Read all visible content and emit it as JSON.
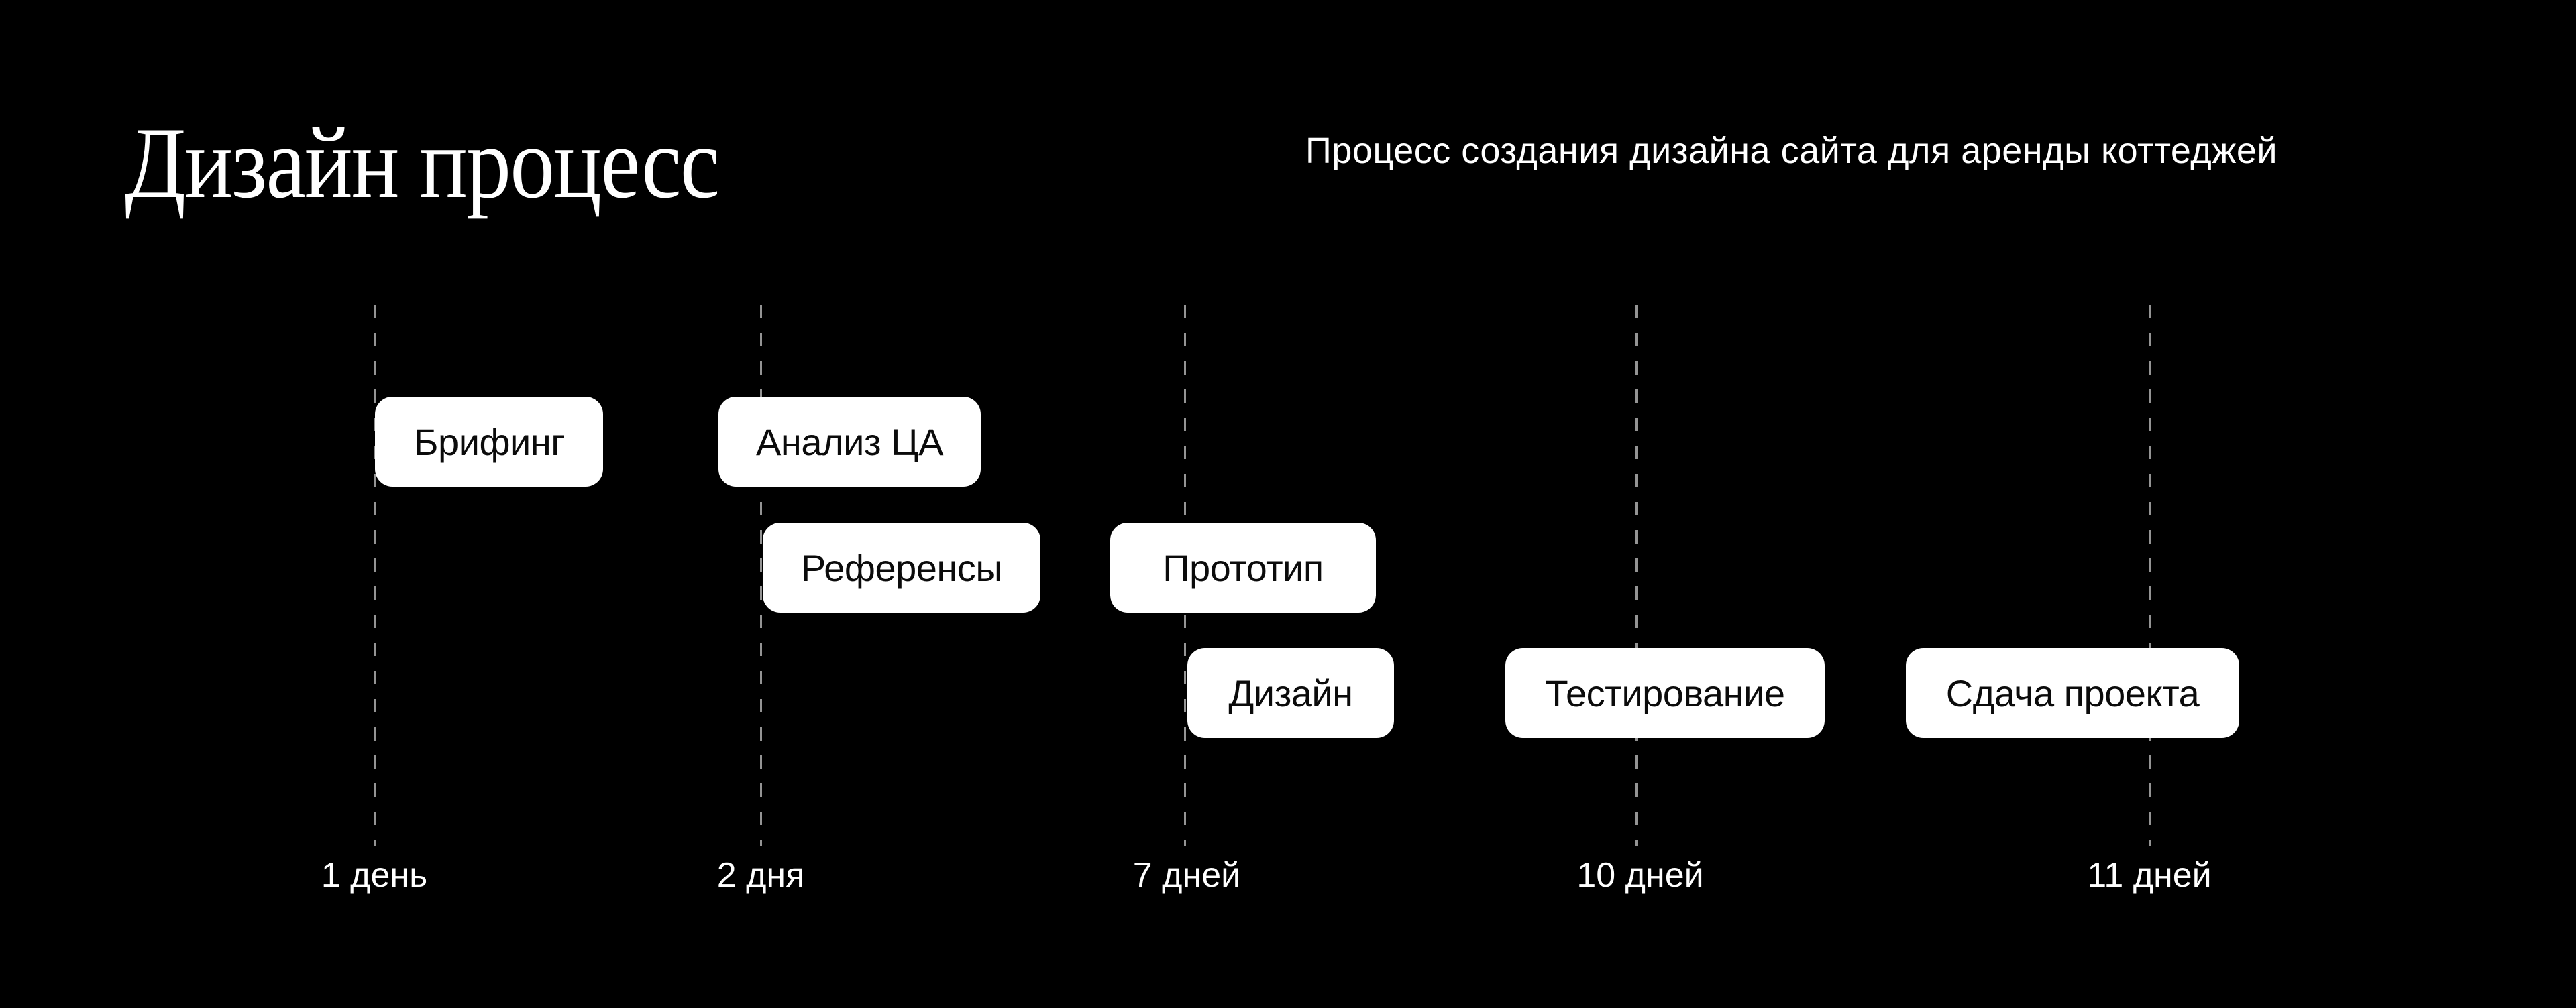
{
  "colors": {
    "background": "#000000",
    "text_primary": "#ffffff",
    "stage_box_fill": "#ffffff",
    "stage_box_text": "#0b0b0b",
    "gridline": "#949494"
  },
  "header": {
    "title": "Дизайн процесс",
    "subtitle": "Процесс создания дизайна сайта для аренды коттеджей"
  },
  "timeline": {
    "stages": [
      {
        "id": "briefing",
        "label": "Брифинг"
      },
      {
        "id": "audience-analysis",
        "label": "Анализ ЦА"
      },
      {
        "id": "references",
        "label": "Референсы"
      },
      {
        "id": "prototype",
        "label": "Прототип"
      },
      {
        "id": "design",
        "label": "Дизайн"
      },
      {
        "id": "testing",
        "label": "Тестирование"
      },
      {
        "id": "project-delivery",
        "label": "Сдача проекта"
      }
    ],
    "milestones": [
      {
        "label": "1 день"
      },
      {
        "label": "2 дня"
      },
      {
        "label": "7 дней"
      },
      {
        "label": "10 дней"
      },
      {
        "label": "11 дней"
      }
    ]
  }
}
